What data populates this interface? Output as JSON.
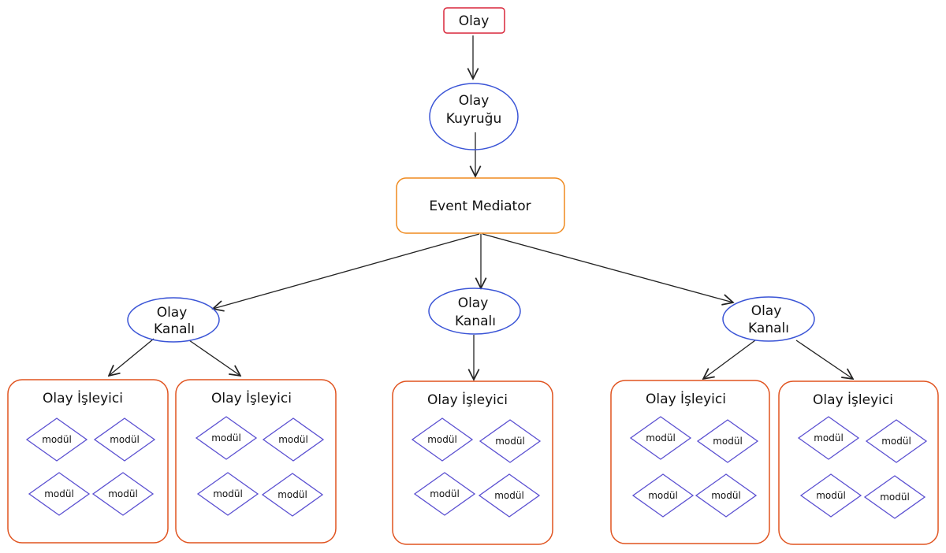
{
  "event": {
    "label": "Olay",
    "color": "#d9263a"
  },
  "queue": {
    "line1": "Olay",
    "line2": "Kuyruğu",
    "color": "#3a54d6"
  },
  "mediator": {
    "label": "Event Mediator",
    "color": "#ef8a1f"
  },
  "channels": [
    {
      "line1": "Olay",
      "line2": "Kanalı"
    },
    {
      "line1": "Olay",
      "line2": "Kanalı"
    },
    {
      "line1": "Olay",
      "line2": "Kanalı"
    }
  ],
  "handlers": [
    {
      "title": "Olay İşleyici",
      "modules": [
        "modül",
        "modül",
        "modül",
        "modül"
      ]
    },
    {
      "title": "Olay İşleyici",
      "modules": [
        "modül",
        "modül",
        "modül",
        "modül"
      ]
    },
    {
      "title": "Olay İşleyici",
      "modules": [
        "modül",
        "modül",
        "modül",
        "modül"
      ]
    },
    {
      "title": "Olay İşleyici",
      "modules": [
        "modül",
        "modül",
        "modül",
        "modül"
      ]
    },
    {
      "title": "Olay İşleyici",
      "modules": [
        "modül",
        "modül",
        "modül",
        "modül"
      ]
    }
  ],
  "colors": {
    "channel": "#3a54d6",
    "handler": "#e0531f",
    "module": "#5a4fd1",
    "arrow": "#222222"
  }
}
